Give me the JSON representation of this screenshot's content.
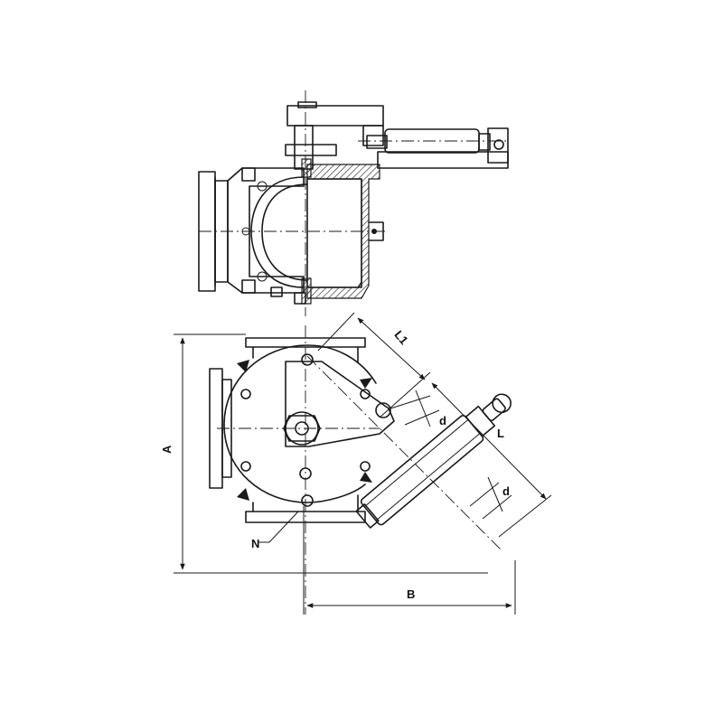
{
  "drawing": {
    "labels": {
      "A": "A",
      "B": "B",
      "L": "L",
      "L1": "L1",
      "d_upper": "d",
      "d_lower": "d",
      "N": "N"
    }
  }
}
